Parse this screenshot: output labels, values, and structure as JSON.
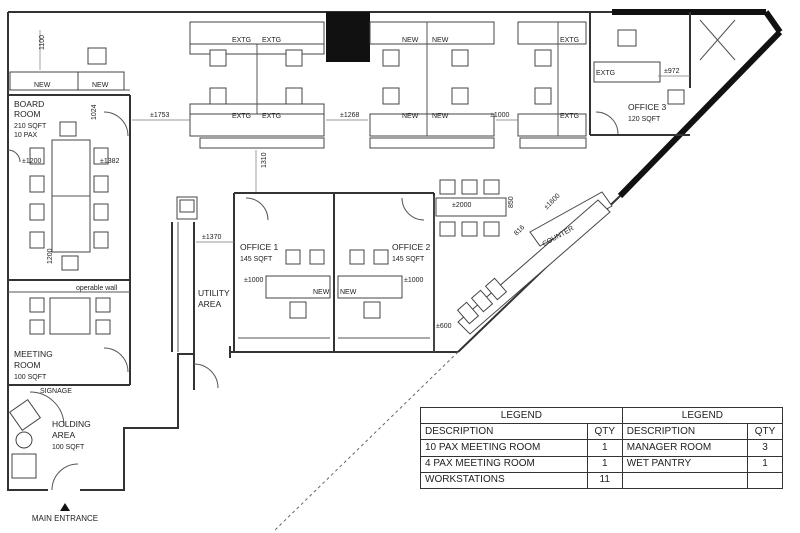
{
  "plan": {
    "rooms": {
      "board_room": {
        "name_line1": "BOARD",
        "name_line2": "ROOM",
        "area": "210 SQFT",
        "capacity": "10 PAX"
      },
      "meeting_room": {
        "name_line1": "MEETING",
        "name_line2": "ROOM",
        "area": "100 SQFT"
      },
      "holding_area": {
        "name_line1": "HOLDING",
        "name_line2": "AREA",
        "area": "100 SQFT"
      },
      "utility_area": {
        "name_line1": "UTILITY",
        "name_line2": "AREA"
      },
      "office_1": {
        "name": "OFFICE 1",
        "area": "145 SQFT"
      },
      "office_2": {
        "name": "OFFICE 2",
        "area": "145 SQFT"
      },
      "office_3": {
        "name": "OFFICE 3",
        "area": "120 SQFT"
      }
    },
    "labels": {
      "existing": "EXTG",
      "new": "NEW",
      "counter": "COUNTER",
      "operable_wall": "operable wall",
      "signage": "SIGNAGE",
      "main_entrance": "MAIN ENTRANCE"
    },
    "dimensions": {
      "d1100": "1100",
      "d1753": "±1753",
      "d1268": "±1268",
      "d1000_ws": "±1000",
      "d972": "±972",
      "d1024": "1024",
      "d1200a": "±1200",
      "d1382": "±1382",
      "d1310": "1310",
      "d1370": "±1370",
      "d1000_o1": "±1000",
      "d1000_o2": "±1000",
      "d1200b": "1200",
      "d2000": "±2000",
      "d850": "850",
      "d1600": "±1600",
      "d816": "816",
      "d600": "±600"
    }
  },
  "legend": {
    "header": "LEGEND",
    "col_description": "DESCRIPTION",
    "col_qty": "QTY",
    "left_rows": [
      {
        "description": "10 PAX MEETING ROOM",
        "qty": "1"
      },
      {
        "description": "4 PAX MEETING ROOM",
        "qty": "1"
      },
      {
        "description": "WORKSTATIONS",
        "qty": "11"
      }
    ],
    "right_rows": [
      {
        "description": "MANAGER ROOM",
        "qty": "3"
      },
      {
        "description": "WET PANTRY",
        "qty": "1"
      },
      {
        "description": "",
        "qty": ""
      }
    ]
  }
}
